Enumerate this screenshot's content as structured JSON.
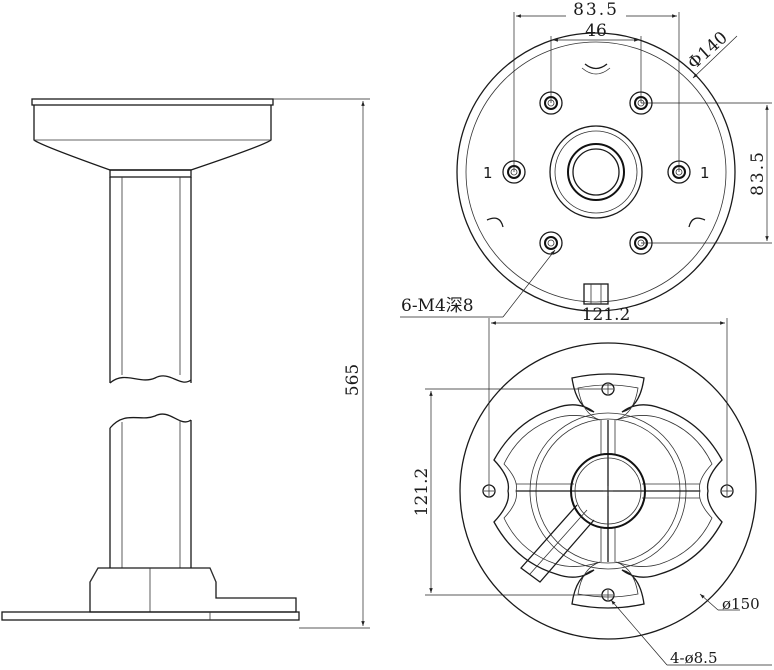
{
  "side_view": {
    "height": "565"
  },
  "top_view": {
    "outer_diameter": "Φ140",
    "bolt_spacing_outer": "83.5",
    "bolt_spacing_inner": "46",
    "bolt_spacing_vertical": "83.5",
    "hole_spec": "6-M4深8",
    "hole_mark": "1"
  },
  "base_view": {
    "bolt_spacing_horizontal": "121.2",
    "bolt_spacing_vertical": "121.2",
    "outer_diameter": "ø150",
    "hole_spec": "4-ø8.5"
  }
}
